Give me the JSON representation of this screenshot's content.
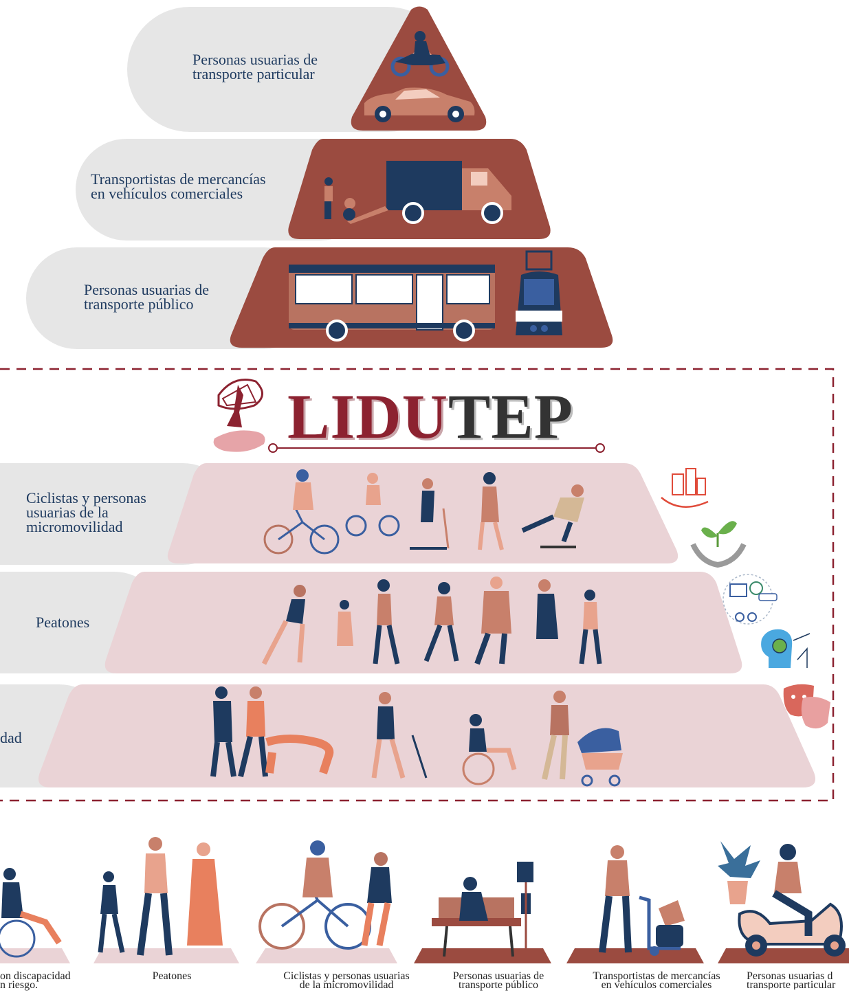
{
  "colors": {
    "upper_tier": "#9b4b40",
    "upper_tier_bg": "#e6e6e6",
    "lower_tier": "#ead3d6",
    "lower_tier_bg": "#e6e6e6",
    "text_blue": "#1e3a5f",
    "logo_red": "#8c2230",
    "logo_dark": "#333333",
    "dashed_border": "#8c2230"
  },
  "upper_pyramid": [
    {
      "label_line1": "Personas usuarias de",
      "label_line2": "transporte particular",
      "icons": [
        "motorcycle-icon",
        "car-icon"
      ]
    },
    {
      "label_line1": "Transportistas de mercancías",
      "label_line2": "en vehículos comerciales",
      "icons": [
        "delivery-person-icon",
        "truck-icon"
      ]
    },
    {
      "label_line1": "Personas usuarias de",
      "label_line2": "transporte público",
      "icons": [
        "bus-icon",
        "tram-icon"
      ]
    }
  ],
  "logo": {
    "part1": "LIDU",
    "part2": "TEP"
  },
  "lower_pyramid": [
    {
      "label_line1": "Ciclistas y personas",
      "label_line2": "usuarias de la",
      "label_line3": "micromovilidad"
    },
    {
      "label_line1": "Peatones"
    },
    {
      "label_line1": "dad"
    }
  ],
  "side_icons": [
    "city-in-hand-icon",
    "plant-in-hands-icon",
    "park-icon",
    "mind-globe-icon",
    "theater-masks-icon"
  ],
  "bottom_row": [
    {
      "line1": "on discapacidad",
      "line2": "n riesgo."
    },
    {
      "line1": "Peatones",
      "line2": ""
    },
    {
      "line1": "Ciclistas y personas usuarias",
      "line2": "de la micromovilidad"
    },
    {
      "line1": "Personas usuarias de",
      "line2": "transporte público"
    },
    {
      "line1": "Transportistas de mercancías",
      "line2": "en vehículos comerciales"
    },
    {
      "line1": "Personas usuarias d",
      "line2": "transporte particular"
    }
  ]
}
